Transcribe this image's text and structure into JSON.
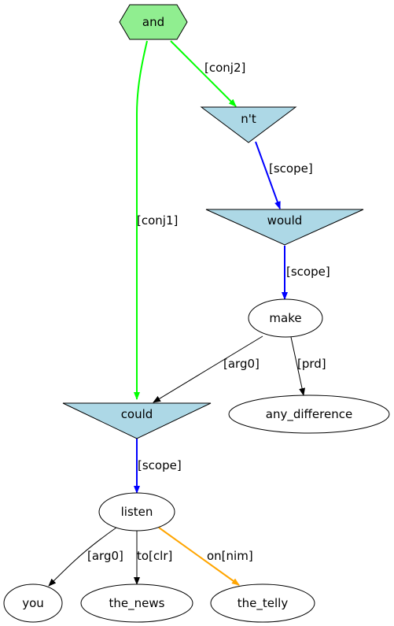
{
  "diagram": {
    "nodes": [
      {
        "id": "and",
        "label": "and",
        "shape": "hexagon",
        "fill": "#90ee90"
      },
      {
        "id": "nt",
        "label": "n't",
        "shape": "inverted-triangle",
        "fill": "#add8e6"
      },
      {
        "id": "would",
        "label": "would",
        "shape": "inverted-triangle",
        "fill": "#add8e6"
      },
      {
        "id": "make",
        "label": "make",
        "shape": "ellipse",
        "fill": "#ffffff"
      },
      {
        "id": "could",
        "label": "could",
        "shape": "inverted-triangle",
        "fill": "#add8e6"
      },
      {
        "id": "any_difference",
        "label": "any_difference",
        "shape": "ellipse",
        "fill": "#ffffff"
      },
      {
        "id": "listen",
        "label": "listen",
        "shape": "ellipse",
        "fill": "#ffffff"
      },
      {
        "id": "you",
        "label": "you",
        "shape": "ellipse",
        "fill": "#ffffff"
      },
      {
        "id": "the_news",
        "label": "the_news",
        "shape": "ellipse",
        "fill": "#ffffff"
      },
      {
        "id": "the_telly",
        "label": "the_telly",
        "shape": "ellipse",
        "fill": "#ffffff"
      }
    ],
    "edges": [
      {
        "from": "and",
        "to": "could",
        "label": "[conj1]",
        "color": "#00ff00"
      },
      {
        "from": "and",
        "to": "nt",
        "label": "[conj2]",
        "color": "#00ff00"
      },
      {
        "from": "nt",
        "to": "would",
        "label": "[scope]",
        "color": "#0000ff"
      },
      {
        "from": "would",
        "to": "make",
        "label": "[scope]",
        "color": "#0000ff"
      },
      {
        "from": "make",
        "to": "could",
        "label": "[arg0]",
        "color": "#000000"
      },
      {
        "from": "make",
        "to": "any_difference",
        "label": "[prd]",
        "color": "#000000"
      },
      {
        "from": "could",
        "to": "listen",
        "label": "[scope]",
        "color": "#0000ff"
      },
      {
        "from": "listen",
        "to": "you",
        "label": "[arg0]",
        "color": "#000000"
      },
      {
        "from": "listen",
        "to": "the_news",
        "label": "to[clr]",
        "color": "#000000"
      },
      {
        "from": "listen",
        "to": "the_telly",
        "label": "on[nim]",
        "color": "#ffa500"
      }
    ]
  }
}
